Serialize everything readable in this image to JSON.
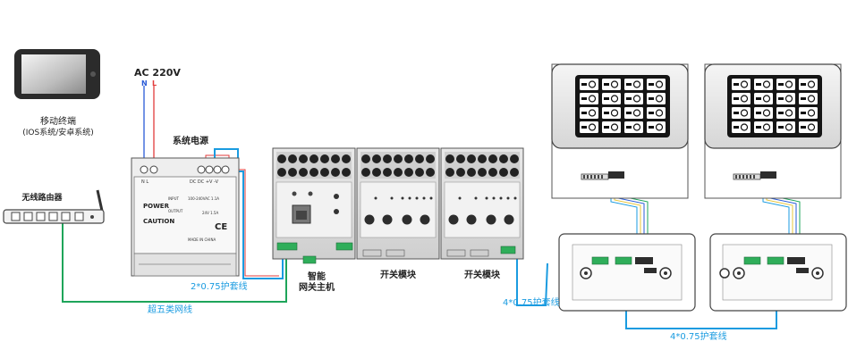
{
  "labels": {
    "ac": "AC 220V",
    "n": "N",
    "l": "L",
    "mobile": "移动终端",
    "mobile_os": "(IOS系统/安卓系统)",
    "router": "无线路由器",
    "power": "系统电源",
    "gateway_line1": "智能",
    "gateway_line2": "网关主机",
    "switch1": "开关模块",
    "switch2": "开关模块",
    "cable_2x": "2*0.75护套线",
    "cable_cat5": "超五类网线",
    "cable_4x_a": "4*0.75护套线",
    "cable_4x_b": "4*0.75护套线"
  },
  "psu": {
    "brand": "POWER",
    "caution": "CAUTION",
    "made_in": "MADE IN CHINA",
    "ce": "CE",
    "input_label": "INPUT",
    "input_value": "100-240VAC  1.1A",
    "output_label": "OUTPUT",
    "output_value": "24V  1.5A",
    "nl": "N   L",
    "dc": "DC  DC  +V   -V"
  },
  "colors": {
    "cable_blue": "#1a9be0",
    "cable_green": "#1ea55a",
    "wire_red": "#e23b3b",
    "wire_blue": "#2a5bd7",
    "wire_yellow": "#e8c53a"
  },
  "panel_icons": [
    "curtain",
    "clock",
    "people",
    "bulb",
    "curtain",
    "hand",
    "dining",
    "lamp",
    "people",
    "hand",
    "lamp",
    "hand",
    "disc",
    "power",
    "plane",
    "sun"
  ]
}
